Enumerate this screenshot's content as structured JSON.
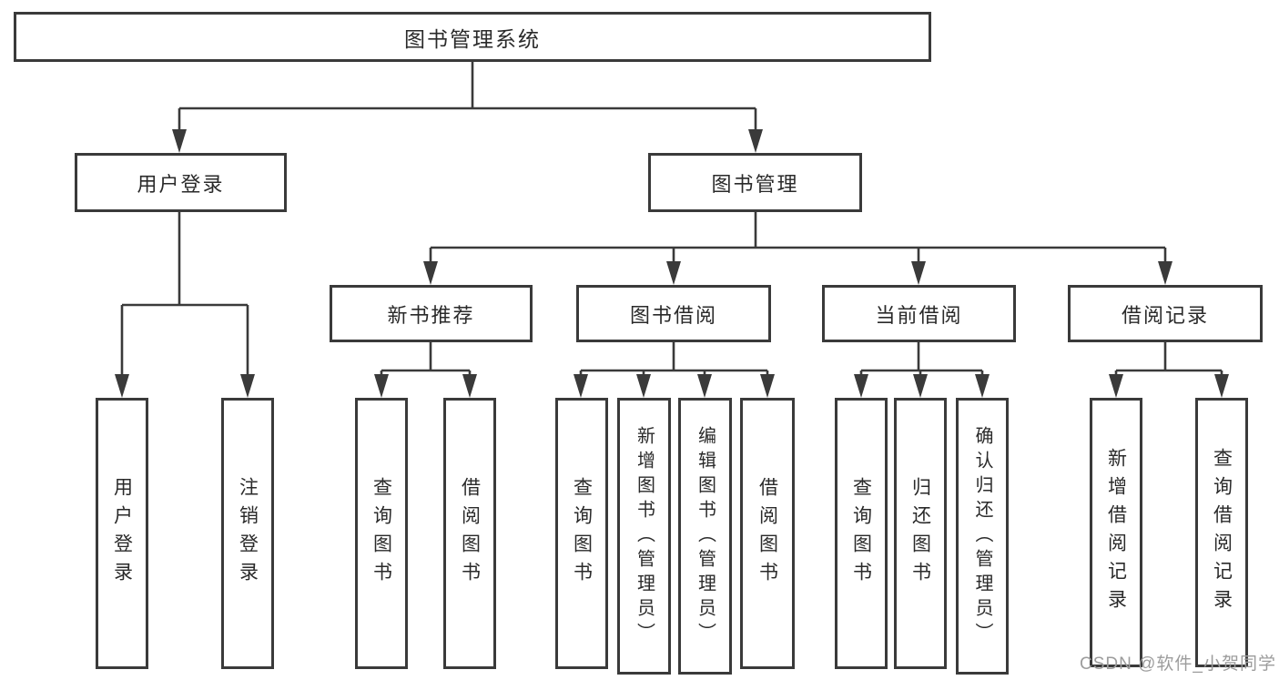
{
  "diagram": {
    "watermark": "CSDN @软件_小贺同学",
    "colors": {
      "line": "#3a3a3a",
      "text": "#2a2a2a",
      "watermark_text": "#9c9c9c",
      "background": "#ffffff"
    },
    "tree": {
      "label": "图书管理系统",
      "children": [
        {
          "label": "用户登录",
          "children": [
            {
              "label": "用户登录"
            },
            {
              "label": "注销登录"
            }
          ]
        },
        {
          "label": "图书管理",
          "children": [
            {
              "label": "新书推荐",
              "children": [
                {
                  "label": "查询图书"
                },
                {
                  "label": "借阅图书"
                }
              ]
            },
            {
              "label": "图书借阅",
              "children": [
                {
                  "label": "查询图书"
                },
                {
                  "label": "新增图书（管理员）"
                },
                {
                  "label": "编辑图书（管理员）"
                },
                {
                  "label": "借阅图书"
                }
              ]
            },
            {
              "label": "当前借阅",
              "children": [
                {
                  "label": "查询图书"
                },
                {
                  "label": "归还图书"
                },
                {
                  "label": "确认归还（管理员）"
                }
              ]
            },
            {
              "label": "借阅记录",
              "children": [
                {
                  "label": "新增借阅记录"
                },
                {
                  "label": "查询借阅记录"
                }
              ]
            }
          ]
        }
      ]
    }
  }
}
